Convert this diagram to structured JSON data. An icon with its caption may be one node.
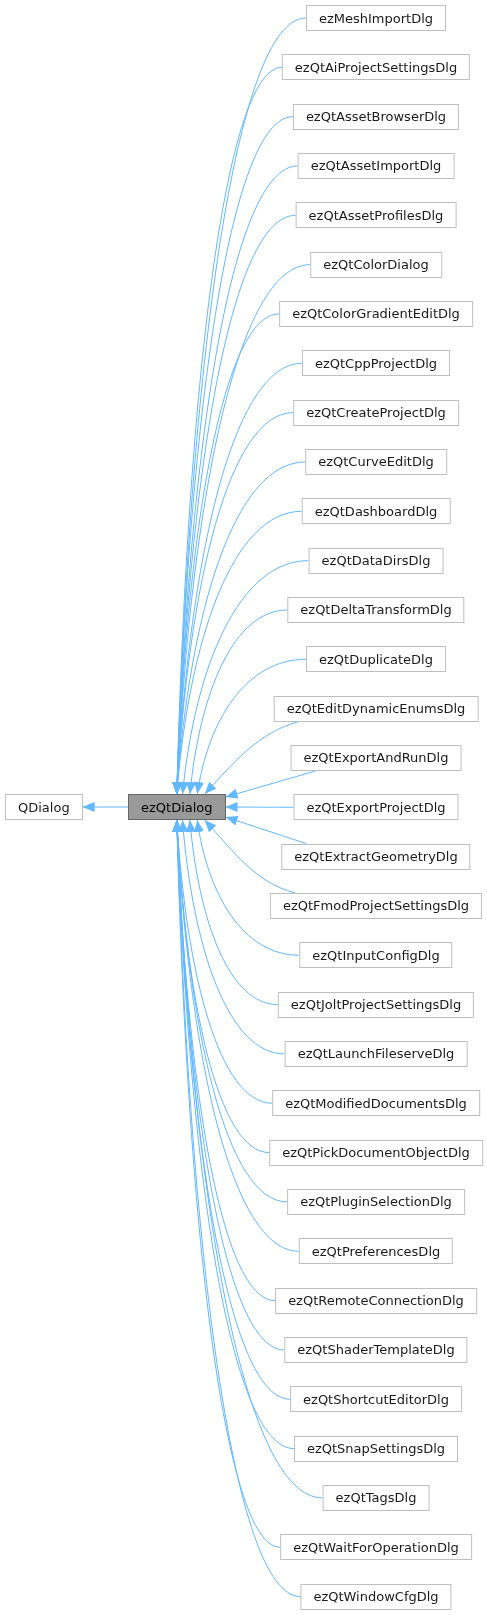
{
  "diagram": {
    "nodes": [
      {
        "text": [
          "QDialog"
        ]
      },
      {
        "text": [
          "ezQtDialog"
        ]
      },
      {
        "text": [
          "ezMeshImportDlg"
        ]
      },
      {
        "text": [
          "ezQtAiProjectSettingsDlg"
        ]
      },
      {
        "text": [
          "ezQtAssetBrowserDlg"
        ]
      },
      {
        "text": [
          "ezQtAssetImportDlg"
        ]
      },
      {
        "text": [
          "ezQtAssetProfilesDlg"
        ]
      },
      {
        "text": [
          "ezQtColorDialog"
        ]
      },
      {
        "text": [
          "ezQtColorGradientEditDlg"
        ]
      },
      {
        "text": [
          "ezQtCppProjectDlg"
        ]
      },
      {
        "text": [
          "ezQtCreateProjectDlg"
        ]
      },
      {
        "text": [
          "ezQtCurveEditDlg"
        ]
      },
      {
        "text": [
          "ezQtDashboardDlg"
        ]
      },
      {
        "text": [
          "ezQtDataDirsDlg"
        ]
      },
      {
        "text": [
          "ezQtDeltaTransformDlg"
        ]
      },
      {
        "text": [
          "ezQtDuplicateDlg"
        ]
      },
      {
        "text": [
          "ezQtEditDynamicEnumsDlg"
        ]
      },
      {
        "text": [
          "ezQtExportAndRunDlg"
        ]
      },
      {
        "text": [
          "ezQtExportProjectDlg"
        ]
      },
      {
        "text": [
          "ezQtExtractGeometryDlg"
        ]
      },
      {
        "text": [
          "ezQtFmodProjectSettingsDlg"
        ]
      },
      {
        "text": [
          "ezQtInputConfigDlg"
        ]
      },
      {
        "text": [
          "ezQtJoltProjectSettingsDlg"
        ]
      },
      {
        "text": [
          "ezQtLaunchFileserveDlg"
        ]
      },
      {
        "text": [
          "ezQtModifiedDocumentsDlg"
        ]
      },
      {
        "text": [
          "ezQtPickDocumentObjectDlg"
        ]
      },
      {
        "text": [
          "ezQtPluginSelectionDlg"
        ]
      },
      {
        "text": [
          "ezQtPreferencesDlg"
        ]
      },
      {
        "text": [
          "ezQtRemoteConnectionDlg"
        ]
      },
      {
        "text": [
          "ezQtShaderTemplateDlg"
        ]
      },
      {
        "text": [
          "ezQtShortcutEditorDlg"
        ]
      },
      {
        "text": [
          "ezQtSnapSettingsDlg"
        ]
      },
      {
        "text": [
          "ezQtTagsDlg"
        ]
      },
      {
        "text": [
          "ezQtWaitForOperationDlg"
        ]
      },
      {
        "text": [
          "ezQtWindowCfgDlg"
        ]
      }
    ],
    "edges": [
      {
        "from": 1,
        "to": 0,
        "arrow": "to"
      },
      {
        "from": 2,
        "to": 1,
        "arrow": "to"
      },
      {
        "from": 3,
        "to": 1,
        "arrow": "to"
      },
      {
        "from": 4,
        "to": 1,
        "arrow": "to"
      },
      {
        "from": 5,
        "to": 1,
        "arrow": "to"
      },
      {
        "from": 6,
        "to": 1,
        "arrow": "to"
      },
      {
        "from": 7,
        "to": 1,
        "arrow": "to"
      },
      {
        "from": 8,
        "to": 1,
        "arrow": "to"
      },
      {
        "from": 9,
        "to": 1,
        "arrow": "to"
      },
      {
        "from": 10,
        "to": 1,
        "arrow": "to"
      },
      {
        "from": 11,
        "to": 1,
        "arrow": "to"
      },
      {
        "from": 12,
        "to": 1,
        "arrow": "to"
      },
      {
        "from": 13,
        "to": 1,
        "arrow": "to"
      },
      {
        "from": 14,
        "to": 1,
        "arrow": "to"
      },
      {
        "from": 15,
        "to": 1,
        "arrow": "to"
      },
      {
        "from": 16,
        "to": 1,
        "arrow": "to"
      },
      {
        "from": 17,
        "to": 1,
        "arrow": "to"
      },
      {
        "from": 18,
        "to": 1,
        "arrow": "to"
      },
      {
        "from": 19,
        "to": 1,
        "arrow": "to"
      },
      {
        "from": 20,
        "to": 1,
        "arrow": "to"
      },
      {
        "from": 21,
        "to": 1,
        "arrow": "to"
      },
      {
        "from": 22,
        "to": 1,
        "arrow": "to"
      },
      {
        "from": 23,
        "to": 1,
        "arrow": "to"
      },
      {
        "from": 24,
        "to": 1,
        "arrow": "to"
      },
      {
        "from": 25,
        "to": 1,
        "arrow": "to"
      },
      {
        "from": 26,
        "to": 1,
        "arrow": "to"
      },
      {
        "from": 27,
        "to": 1,
        "arrow": "to"
      },
      {
        "from": 28,
        "to": 1,
        "arrow": "to"
      },
      {
        "from": 29,
        "to": 1,
        "arrow": "to"
      },
      {
        "from": 30,
        "to": 1,
        "arrow": "to"
      },
      {
        "from": 31,
        "to": 1,
        "arrow": "to"
      },
      {
        "from": 32,
        "to": 1,
        "arrow": "to"
      },
      {
        "from": 33,
        "to": 1,
        "arrow": "to"
      },
      {
        "from": 34,
        "to": 1,
        "arrow": "to"
      }
    ]
  }
}
